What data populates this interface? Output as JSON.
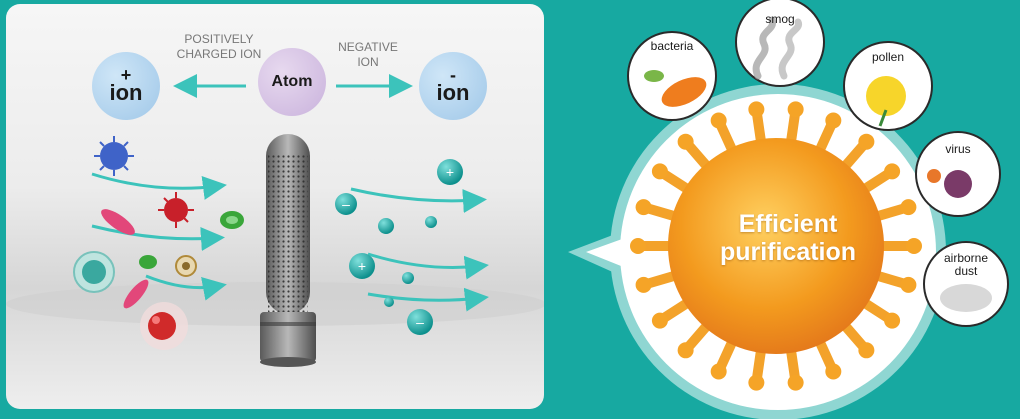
{
  "left": {
    "positive_caption": "POSITIVELY CHARGED ION",
    "negative_caption": "NEGATIVE ION",
    "atom_label": "Atom",
    "positive_ion": {
      "sign": "+",
      "word": "ion"
    },
    "negative_ion": {
      "sign": "-",
      "word": "ion"
    }
  },
  "right": {
    "center_line1": "Efficient",
    "center_line2": "purification",
    "pollutants": [
      {
        "label": "bacteria"
      },
      {
        "label": "smog"
      },
      {
        "label": "pollen"
      },
      {
        "label": "virus"
      },
      {
        "label": "airborne dust"
      }
    ]
  },
  "colors": {
    "background": "#17a9a1",
    "arrow": "#3cc3bb",
    "ion_ball": "#1aa6a3",
    "virus_orange": "#f39a1e",
    "panel": "#eeeeee"
  }
}
